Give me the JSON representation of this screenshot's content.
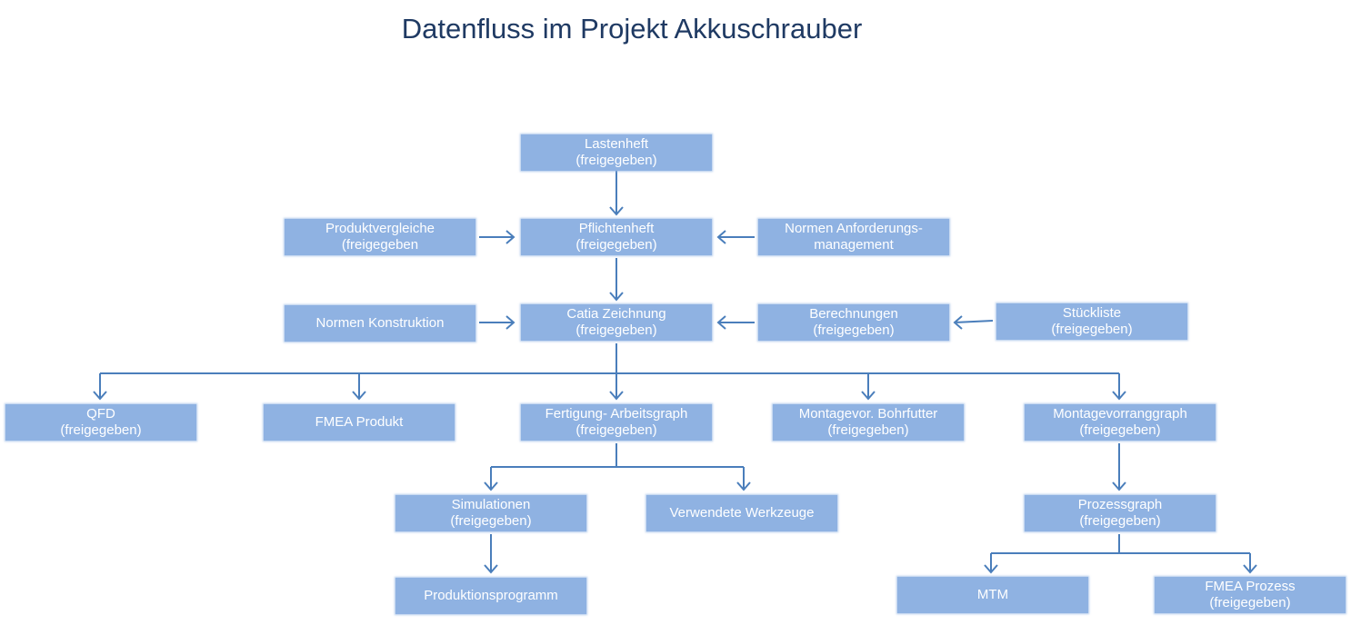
{
  "title": "Datenfluss im Projekt Akkuschrauber",
  "colors": {
    "box": "#8fb2e2",
    "arrow": "#4a7ebb",
    "title": "#1f3a63",
    "text": "#ffffff"
  },
  "nodes": {
    "lastenheft": {
      "line1": "Lastenheft",
      "line2": "(freigegeben)"
    },
    "produktvergleiche": {
      "line1": "Produktvergleiche",
      "line2": "(freigegeben"
    },
    "pflichtenheft": {
      "line1": "Pflichtenheft",
      "line2": "(freigegeben)"
    },
    "normen_anforderungen": {
      "line1": "Normen Anforderungs-",
      "line2": "management"
    },
    "normen_konstruktion": {
      "line1": "Normen Konstruktion"
    },
    "catia": {
      "line1": "Catia Zeichnung",
      "line2": "(freigegeben)"
    },
    "berechnungen": {
      "line1": "Berechnungen",
      "line2": "(freigegeben)"
    },
    "stueckliste": {
      "line1": "Stückliste",
      "line2": "(freigegeben)"
    },
    "qfd": {
      "line1": "QFD",
      "line2": "(freigegeben)"
    },
    "fmea_produkt": {
      "line1": "FMEA Produkt"
    },
    "fertigung": {
      "line1": "Fertigung- Arbeitsgraph",
      "line2": "(freigegeben)"
    },
    "montagevor_bohrfutter": {
      "line1": "Montagevor. Bohrfutter",
      "line2": "(freigegeben)"
    },
    "montagevorranggraph": {
      "line1": "Montagevorranggraph",
      "line2": "(freigegeben)"
    },
    "simulationen": {
      "line1": "Simulationen",
      "line2": "(freigegeben)"
    },
    "werkzeuge": {
      "line1": "Verwendete Werkzeuge"
    },
    "prozessgraph": {
      "line1": "Prozessgraph",
      "line2": "(freigegeben)"
    },
    "produktionsprogramm": {
      "line1": "Produktionsprogramm"
    },
    "mtm": {
      "line1": "MTM"
    },
    "fmea_prozess": {
      "line1": "FMEA Prozess",
      "line2": "(freigegeben)"
    }
  }
}
